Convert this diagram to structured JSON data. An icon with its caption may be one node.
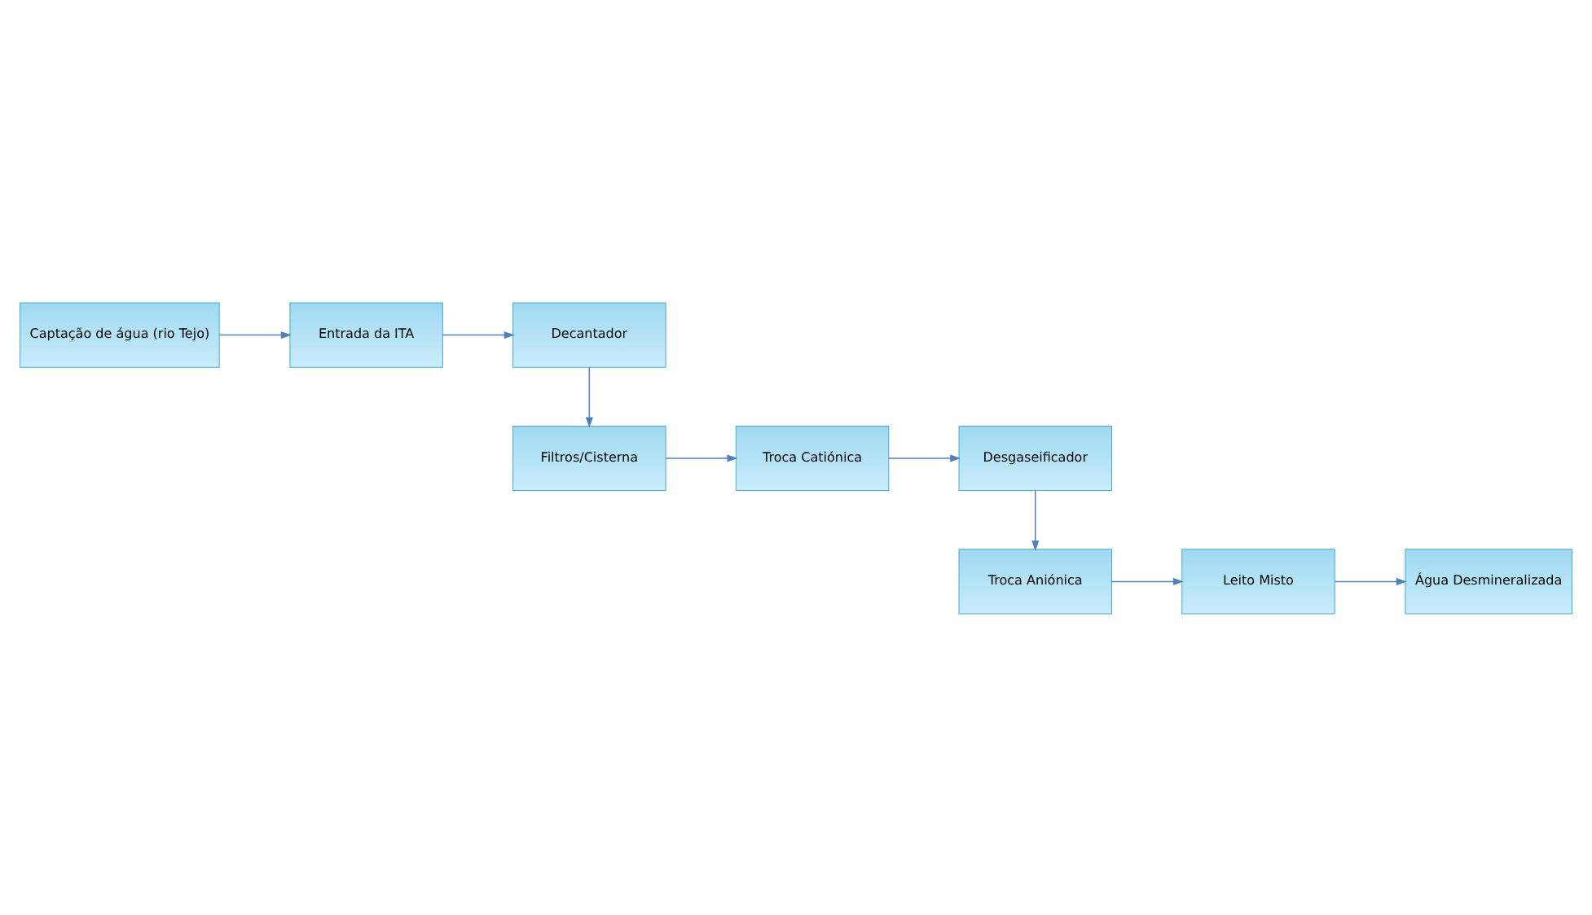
{
  "diagram": {
    "nodes": [
      {
        "text": [
          "Captação de água (rio Tejo)"
        ]
      },
      {
        "text": [
          "Entrada da ITA"
        ]
      },
      {
        "text": [
          "Decantador"
        ]
      },
      {
        "text": [
          "Filtros/Cisterna"
        ]
      },
      {
        "text": [
          "Troca Catiónica"
        ]
      },
      {
        "text": [
          "Desgaseificador"
        ]
      },
      {
        "text": [
          "Troca Aniónica"
        ]
      },
      {
        "text": [
          "Leito Misto"
        ]
      },
      {
        "text": [
          "Água Desmineralizada"
        ]
      }
    ],
    "edges": [
      {
        "from": 0,
        "to": 1,
        "arrow": "to"
      },
      {
        "from": 1,
        "to": 2,
        "arrow": "to"
      },
      {
        "from": 2,
        "to": 3,
        "arrow": "to"
      },
      {
        "from": 3,
        "to": 4,
        "arrow": "to"
      },
      {
        "from": 4,
        "to": 5,
        "arrow": "to"
      },
      {
        "from": 5,
        "to": 6,
        "arrow": "to"
      },
      {
        "from": 6,
        "to": 7,
        "arrow": "to"
      },
      {
        "from": 7,
        "to": 8,
        "arrow": "to"
      }
    ]
  }
}
